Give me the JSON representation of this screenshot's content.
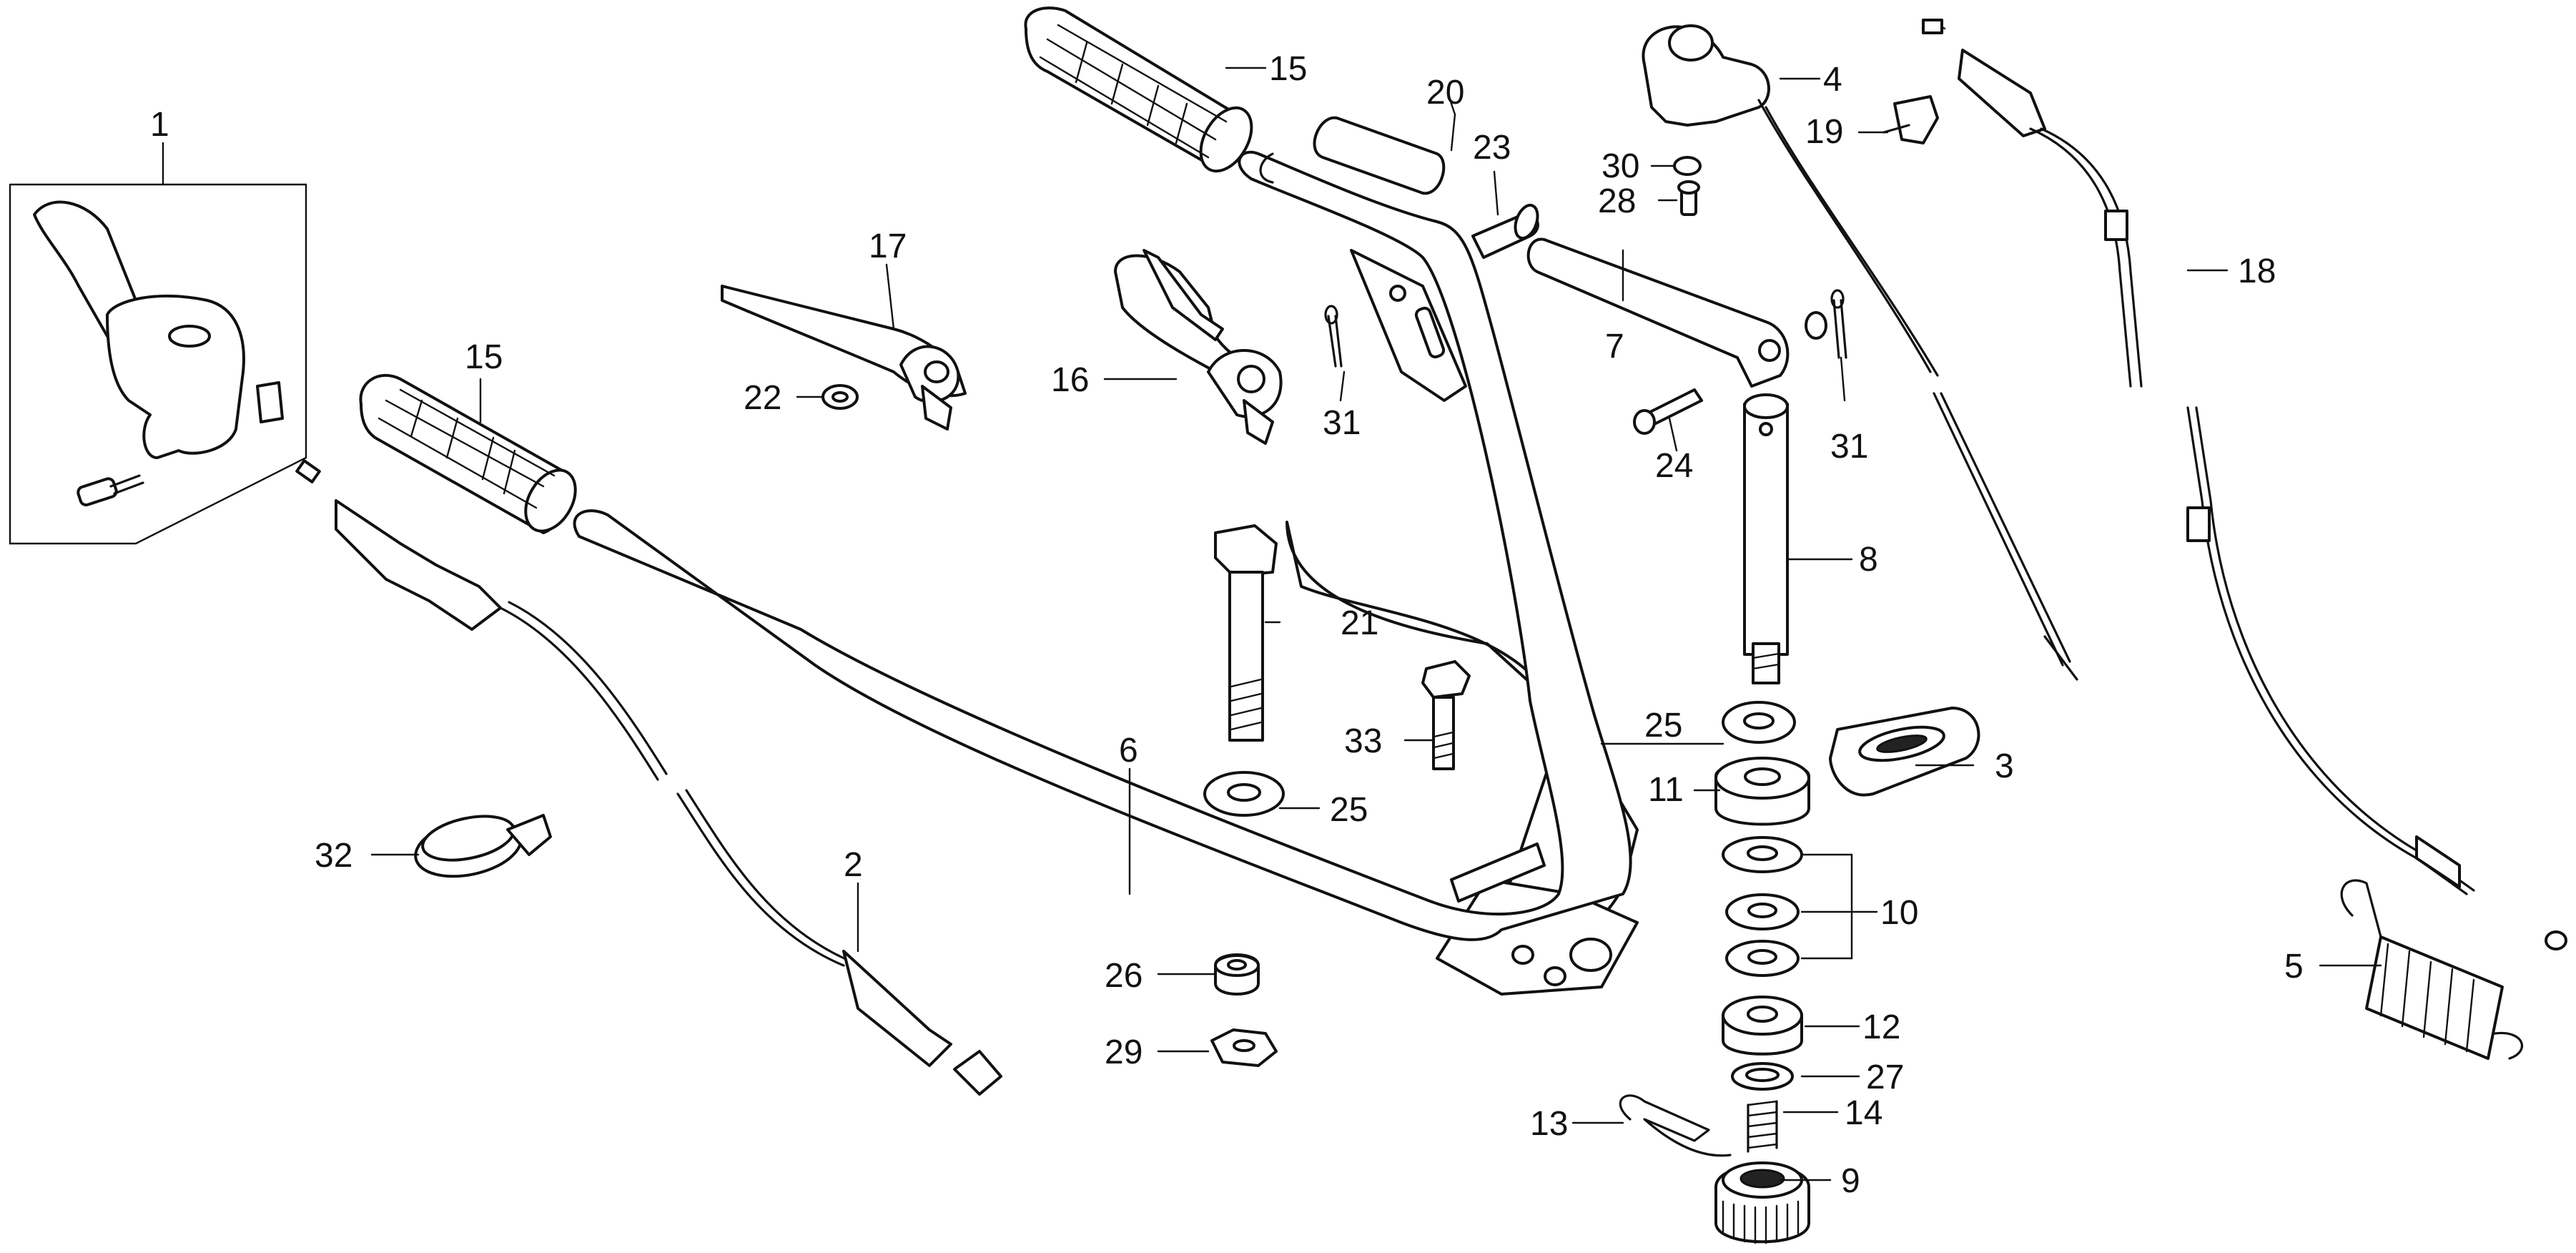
{
  "diagram": {
    "callouts": {
      "p1": "1",
      "p2": "2",
      "p3": "3",
      "p4": "4",
      "p5": "5",
      "p6": "6",
      "p7": "7",
      "p8": "8",
      "p9": "9",
      "p10": "10",
      "p11": "11",
      "p12": "12",
      "p13": "13",
      "p14": "14",
      "p15": "15",
      "p16": "16",
      "p17": "17",
      "p18": "18",
      "p19": "19",
      "p20": "20",
      "p21": "21",
      "p22": "22",
      "p23": "23",
      "p24": "24",
      "p25": "25",
      "p26": "26",
      "p27": "27",
      "p28": "28",
      "p29": "29",
      "p30": "30",
      "p31": "31",
      "p32": "32",
      "p33": "33"
    }
  }
}
